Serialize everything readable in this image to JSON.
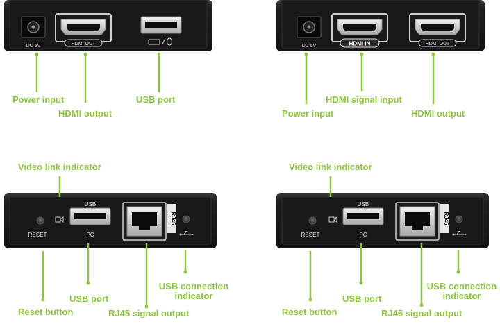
{
  "colors": {
    "accent": "#8cc63f",
    "device_body": "#1c1c1e",
    "port_metal": "#c8c8c8",
    "background": "#ffffff"
  },
  "transmitter_rear": {
    "dc_label": "DC 5V",
    "hdmi_label": "HDMI OUT",
    "usb_icon": "usb-keyboard-mouse-icon",
    "callouts": {
      "power": "Power input",
      "hdmi": "HDMI output",
      "usb": "USB port"
    }
  },
  "receiver_rear": {
    "dc_label": "DC 5V",
    "hdmi_in_label": "HDMI IN",
    "hdmi_out_label": "HDMI OUT",
    "callouts": {
      "power": "Power input",
      "hdmi_in": "HDMI signal input",
      "hdmi_out": "HDMI output"
    }
  },
  "front_panels": [
    {
      "usb_label": "USB",
      "pc_label": "PC",
      "reset_label": "RESET",
      "rj45_label": "RJ45",
      "video_icon": "video-camera-icon",
      "usb_symbol": "usb-symbol-icon",
      "callouts": {
        "video_link": "Video link indicator",
        "reset": "Reset button",
        "usb_port": "USB port",
        "rj45": "RJ45 signal output",
        "usb_conn_1": "USB connection",
        "usb_conn_2": "indicator"
      }
    },
    {
      "usb_label": "USB",
      "pc_label": "PC",
      "reset_label": "RESET",
      "rj45_label": "RJ45",
      "video_icon": "video-camera-icon",
      "usb_symbol": "usb-symbol-icon",
      "callouts": {
        "video_link": "Video link indicator",
        "reset": "Reset button",
        "usb_port": "USB port",
        "rj45": "RJ45 signal output",
        "usb_conn_1": "USB connection",
        "usb_conn_2": "indicator"
      }
    }
  ]
}
